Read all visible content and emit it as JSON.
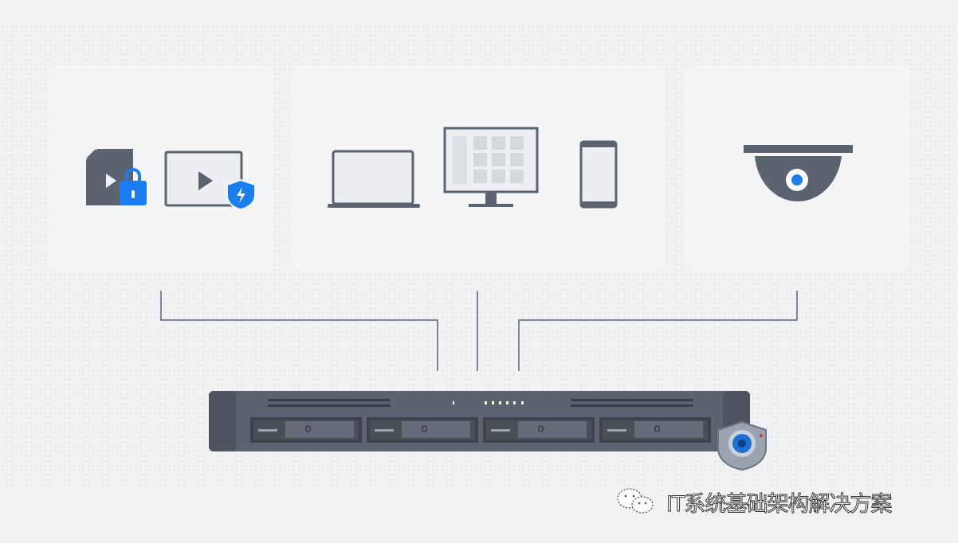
{
  "diagram": {
    "groups": [
      {
        "name": "media",
        "icons": [
          "locked-video-file-icon",
          "protected-video-player-icon"
        ]
      },
      {
        "name": "client-devices",
        "icons": [
          "laptop-icon",
          "desktop-monitor-icon",
          "smartphone-icon"
        ]
      },
      {
        "name": "surveillance",
        "icons": [
          "dome-camera-icon"
        ]
      }
    ],
    "device": {
      "icon": "rackmount-nas-icon",
      "drive_bays": 4,
      "badge": "security-camera-shield-icon"
    },
    "colors": {
      "icon_dark": "#5b6270",
      "accent_blue": "#1a7ef0",
      "connector": "#5a6170",
      "background": "#f1f2f4"
    }
  },
  "watermark": {
    "text": "IT系统基础架构解决方案",
    "icon": "wechat-icon"
  }
}
